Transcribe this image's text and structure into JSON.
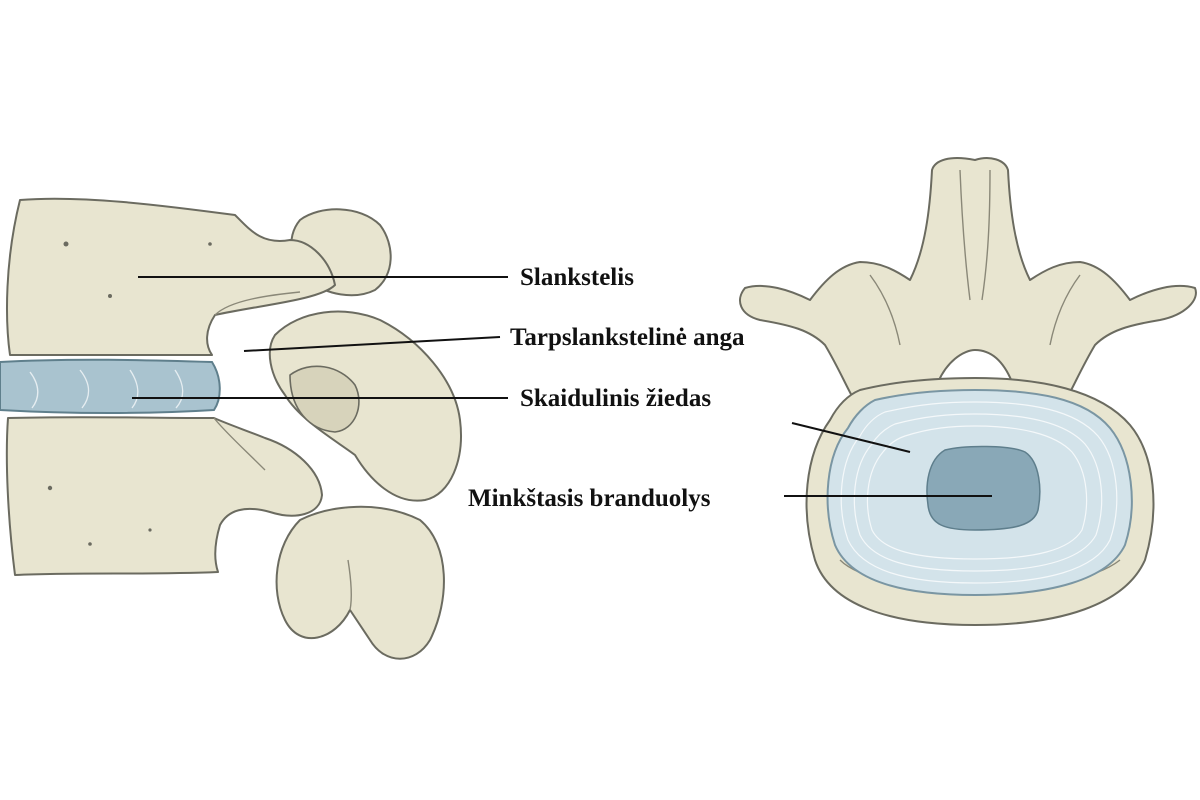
{
  "labels": {
    "vertebra": "Slankstelis",
    "foramen": "Tarpslankstelinė anga",
    "annulus": "Skaidulinis žiedas",
    "nucleus": "Minkštasis branduolys"
  },
  "colors": {
    "bone": "#e8e5d0",
    "bone_outline": "#6b6b60",
    "disc": "#a9c3cf",
    "annulus": "#d3e3ea",
    "nucleus": "#89a8b7",
    "text": "#111111"
  }
}
